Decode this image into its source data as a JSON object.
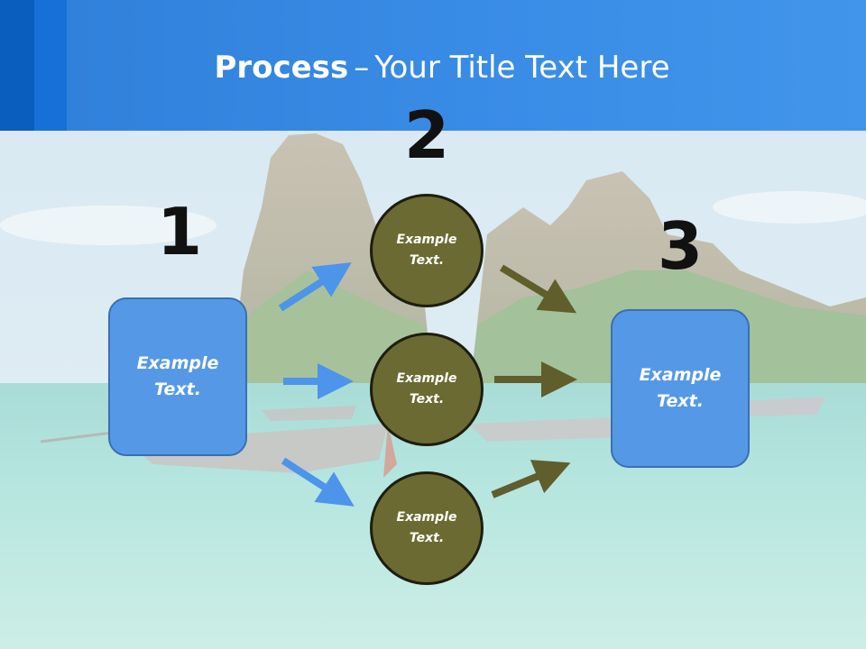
{
  "slide": {
    "title_bold": "Process",
    "title_separator": "–",
    "title_rest": "Your Title Text Here",
    "steps": [
      {
        "number": "1",
        "box_text": "Example Text."
      },
      {
        "number": "2"
      },
      {
        "number": "3",
        "box_text": "Example Text."
      }
    ],
    "circles": [
      {
        "text": "Example Text."
      },
      {
        "text": "Example Text."
      },
      {
        "text": "Example Text."
      }
    ]
  },
  "colors": {
    "header": "#3a8de6",
    "box_fill": "#5599e6",
    "circle_fill": "#6b6a32",
    "blue_arrow": "#4d94ea",
    "olive_arrow": "#5f5e2c"
  }
}
